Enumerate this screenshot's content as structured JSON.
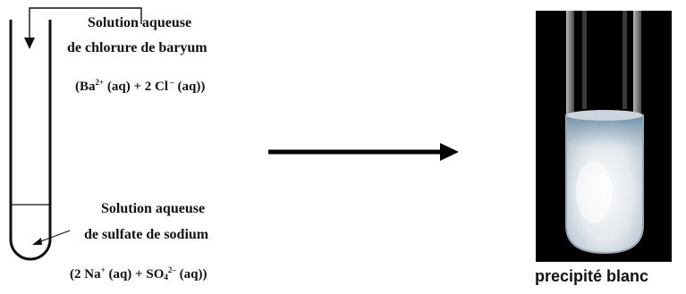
{
  "top_solution": {
    "line1": "Solution aqueuse",
    "line2": "de chlorure de baryum",
    "formula": {
      "p1": "(Ba",
      "s1": "2+",
      "p2": " (aq) + 2 Cl",
      "s2": " –",
      "p3": " (aq))"
    }
  },
  "bottom_solution": {
    "line1": "Solution aqueuse",
    "line2": "de sulfate de sodium",
    "formula": {
      "p1": "(2 Na",
      "s1": "+",
      "p2": " (aq) + SO",
      "sub": "4",
      "s2": "2–",
      "p3": " (aq))"
    }
  },
  "result": {
    "caption": "precipité blanc",
    "photo_background": "#000000",
    "precipitate_color": "#e9eef2",
    "tint_color": "#6d8fa7"
  }
}
